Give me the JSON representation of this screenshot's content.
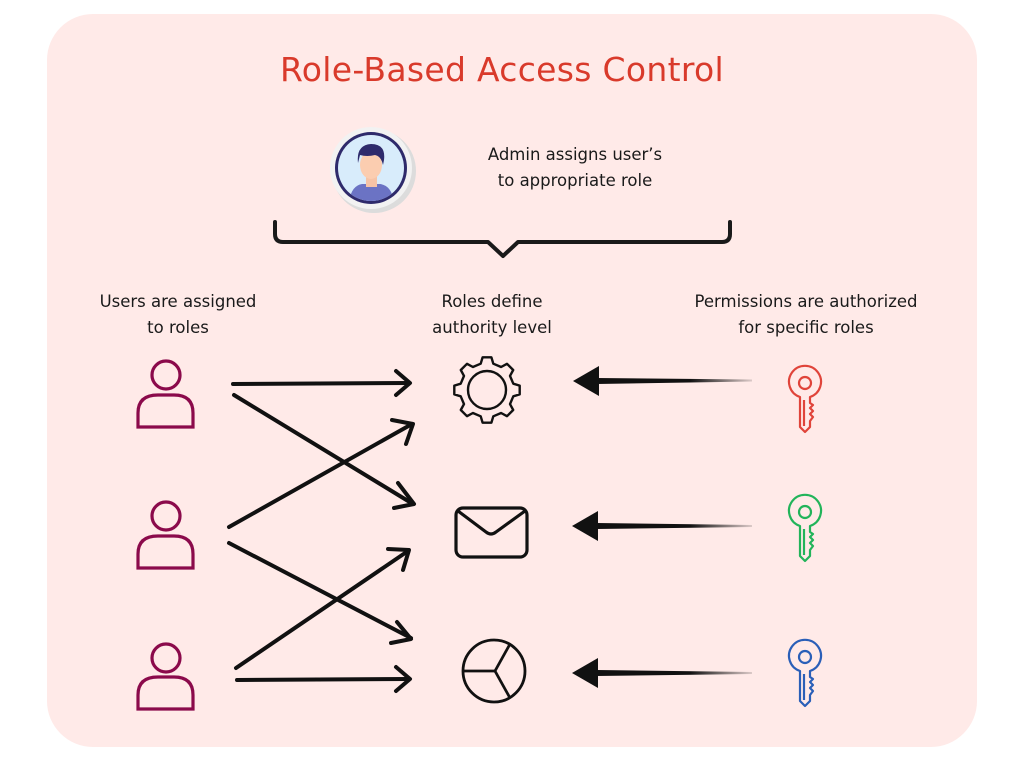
{
  "title": "Role-Based Access Control",
  "admin": {
    "icon": "admin-avatar-icon",
    "text_line1": "Admin assigns user’s",
    "text_line2": "to appropriate role"
  },
  "columns": {
    "users": {
      "line1": "Users are assigned",
      "line2": "to roles"
    },
    "roles": {
      "line1": "Roles define",
      "line2": "authority level"
    },
    "permissions": {
      "line1": "Permissions are authorized",
      "line2": "for specific roles"
    }
  },
  "users": [
    {
      "icon": "user-icon"
    },
    {
      "icon": "user-icon"
    },
    {
      "icon": "user-icon"
    }
  ],
  "roles": [
    {
      "icon": "gear-icon"
    },
    {
      "icon": "envelope-icon"
    },
    {
      "icon": "pie-chart-icon"
    }
  ],
  "permissions": [
    {
      "icon": "key-icon",
      "color": "#E0443A"
    },
    {
      "icon": "key-icon",
      "color": "#22B45A"
    },
    {
      "icon": "key-icon",
      "color": "#2A5FB8"
    }
  ],
  "connections": {
    "user_to_role": [
      {
        "from": 1,
        "to": 1
      },
      {
        "from": 1,
        "to": 2
      },
      {
        "from": 2,
        "to": 1
      },
      {
        "from": 2,
        "to": 3
      },
      {
        "from": 3,
        "to": 2
      },
      {
        "from": 3,
        "to": 3
      }
    ],
    "permission_to_role": [
      {
        "from": 1,
        "to": 1
      },
      {
        "from": 2,
        "to": 2
      },
      {
        "from": 3,
        "to": 3
      }
    ]
  },
  "colors": {
    "background": "#FFEAE8",
    "title": "#D93A2B",
    "user": "#8B0A4B",
    "ink": "#111111"
  }
}
